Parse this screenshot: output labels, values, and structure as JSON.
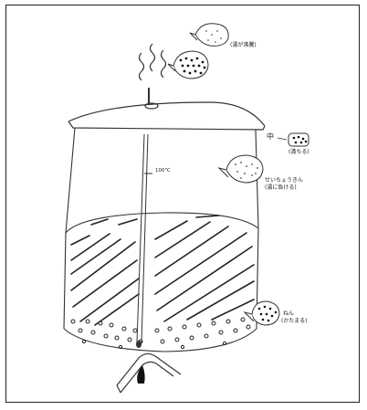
{
  "labels": {
    "boil_top": "(湯が沸騰)",
    "thermometer_mark": "100℃",
    "inside_label": "中",
    "inside_bubble_note": "(満ちる)",
    "mid_bubble_title": "せいちょうきん",
    "mid_bubble_note": "(湯に負ける)",
    "bottom_bubble_title": "ねん",
    "bottom_bubble_note": "(かたまる)"
  }
}
